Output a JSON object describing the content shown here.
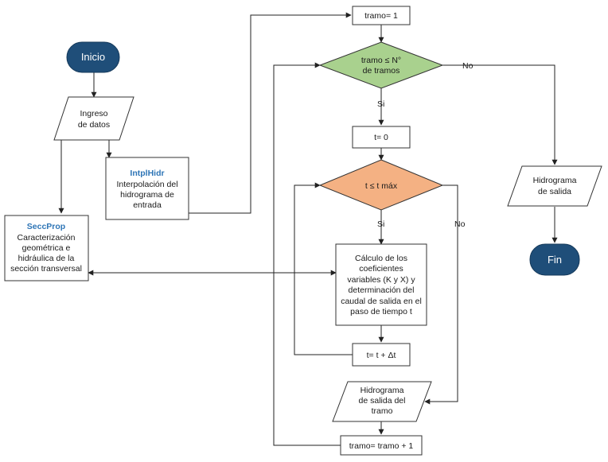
{
  "nodes": {
    "inicio": {
      "text": "Inicio"
    },
    "ingreso": {
      "lines": [
        "Ingreso",
        "de datos"
      ]
    },
    "intpl": {
      "title": "IntplHidr",
      "lines": [
        "Interpolación del",
        "hidrograma de",
        "entrada"
      ]
    },
    "secc": {
      "title": "SeccProp",
      "lines": [
        "Caracterización",
        "geométrica e",
        "hidráulica de la",
        "sección transversal"
      ]
    },
    "tramo_init": {
      "text": "tramo= 1"
    },
    "cond_tramo": {
      "lines": [
        "tramo ≤ N°",
        "de tramos"
      ]
    },
    "t_init": {
      "text": "t= 0"
    },
    "cond_t": {
      "text": "t ≤ t máx"
    },
    "calculo": {
      "lines": [
        "Cálculo de los",
        "coeficientes",
        "variables (K y X) y",
        "determinación del",
        "caudal de salida en el",
        "paso de tiempo t"
      ]
    },
    "t_inc": {
      "text": "t= t + Δt"
    },
    "hidro_tramo": {
      "lines": [
        "Hidrograma",
        "de salida del",
        "tramo"
      ]
    },
    "tramo_inc": {
      "text": "tramo= tramo + 1"
    },
    "hidro_salida": {
      "lines": [
        "Hidrograma",
        "de salida"
      ]
    },
    "fin": {
      "text": "Fin"
    }
  },
  "labels": {
    "si_tramo": "Si",
    "no_tramo": "No",
    "si_t": "Si",
    "no_t": "No"
  },
  "colors": {
    "terminal": "#1f4e79",
    "terminal_border": "#15395a",
    "decision_green": "#a9d18e",
    "decision_orange": "#f4b183",
    "box_border": "#333333",
    "title_blue": "#2e75b6"
  }
}
